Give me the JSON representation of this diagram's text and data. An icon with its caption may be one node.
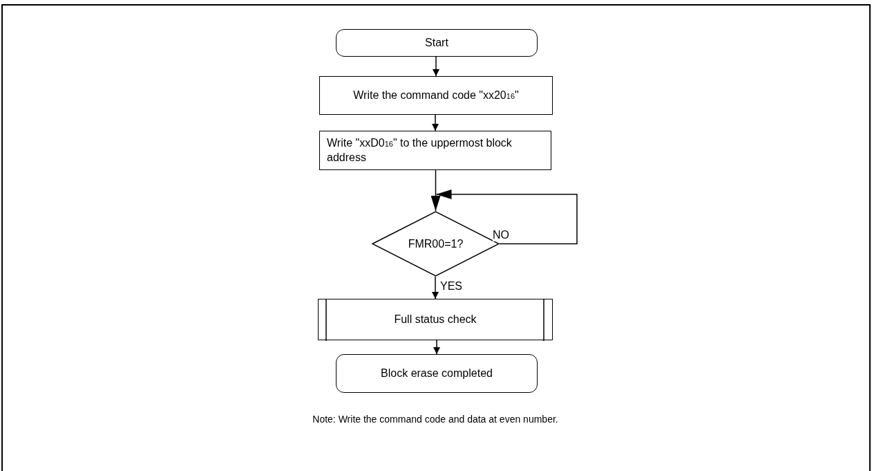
{
  "diagram": {
    "nodes": [
      {
        "text": [
          "Start"
        ]
      },
      {
        "text": [
          "Write the command code \"xx20$_{16}$\""
        ]
      },
      {
        "text": [
          "Write \"xxD0$_{16}$\" to the uppermost block address"
        ]
      },
      {
        "text": [
          "FMR00=1?"
        ]
      },
      {
        "text": [
          "Full status check"
        ]
      },
      {
        "text": [
          "Block erase completed"
        ]
      }
    ],
    "edges": [
      {
        "from": 0,
        "to": 1,
        "arrow": "to"
      },
      {
        "from": 1,
        "to": 2,
        "arrow": "to"
      },
      {
        "from": 2,
        "to": 3,
        "arrow": "to"
      },
      {
        "from": 3,
        "to": 3,
        "arrow": "to",
        "label": "NO"
      },
      {
        "from": 3,
        "to": 4,
        "arrow": "to",
        "label": "YES"
      },
      {
        "from": 4,
        "to": 5,
        "arrow": "to"
      }
    ],
    "labels": [
      "Note: Write the command code and data at even number."
    ]
  }
}
